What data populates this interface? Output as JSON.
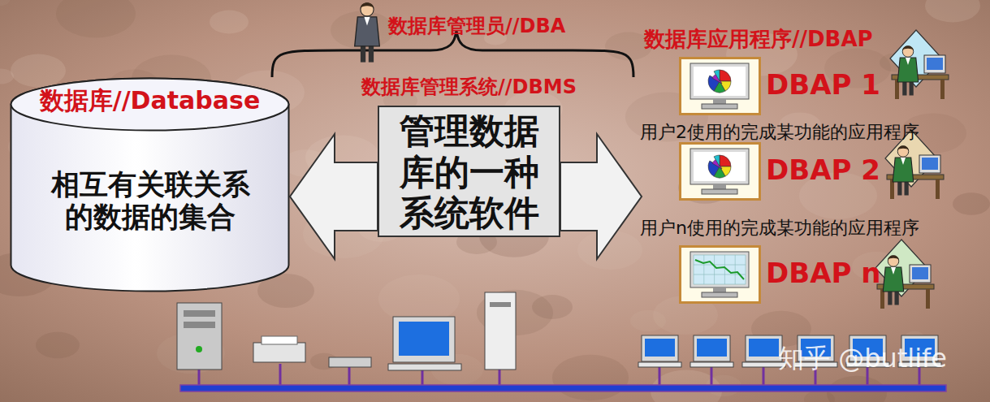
{
  "diagram": {
    "nodes": [
      {
        "text": [
          "数据库//Database",
          "相互有关联关系的数据的集合"
        ]
      },
      {
        "text": [
          "数据库管理系统//DBMS",
          "管理数据库的一种系统软件"
        ]
      },
      {
        "text": [
          "DBAP 1"
        ]
      },
      {
        "text": [
          "DBAP 2"
        ]
      },
      {
        "text": [
          "DBAP n"
        ]
      }
    ],
    "edges": [
      {
        "from": 1,
        "to": 0,
        "arrow": "to"
      },
      {
        "from": 1,
        "to": 3,
        "arrow": "to"
      }
    ],
    "labels": [
      "数据库管理员//DBA",
      "数据库应用程序//DBAP",
      "用户2使用的完成某功能的应用程序",
      "用户n使用的完成某功能的应用程序",
      "知乎 @butlife"
    ]
  }
}
